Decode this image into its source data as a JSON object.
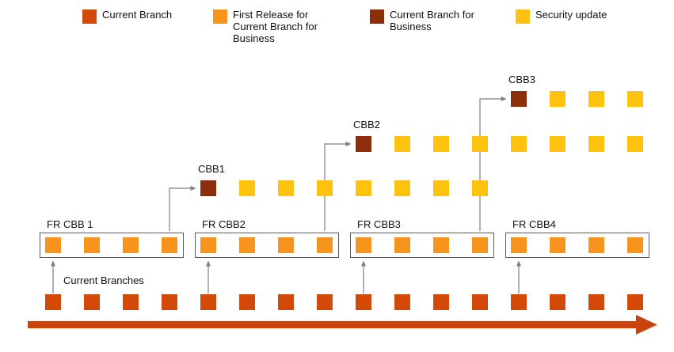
{
  "colors": {
    "current_branch": "#D24908",
    "first_release": "#F7941D",
    "current_branch_for_business": "#8C2E0C",
    "security_update": "#FFC20E",
    "connector": "#7F7F7F",
    "box_border": "#595959",
    "timeline": "#C8430D",
    "text": "#111111",
    "background": "#FFFFFF"
  },
  "legend": {
    "items": [
      {
        "label": "Current Branch",
        "color_key": "current_branch"
      },
      {
        "label": "First Release for Current Branch for Business",
        "color_key": "first_release"
      },
      {
        "label": "Current Branch for Business",
        "color_key": "current_branch_for_business"
      },
      {
        "label": "Security update",
        "color_key": "security_update"
      }
    ]
  },
  "diagram": {
    "current_branches_label": "Current Branches",
    "current_branch_squares": 16,
    "fr_boxes": [
      {
        "label": "FR CBB 1",
        "squares": 4
      },
      {
        "label": "FR CBB2",
        "squares": 4
      },
      {
        "label": "FR CBB3",
        "squares": 4
      },
      {
        "label": "FR CBB4",
        "squares": 4
      }
    ],
    "cbb_rows": [
      {
        "label": "CBB1",
        "security_updates": 7
      },
      {
        "label": "CBB2",
        "security_updates": 7
      },
      {
        "label": "CBB3",
        "security_updates": 3
      }
    ]
  }
}
